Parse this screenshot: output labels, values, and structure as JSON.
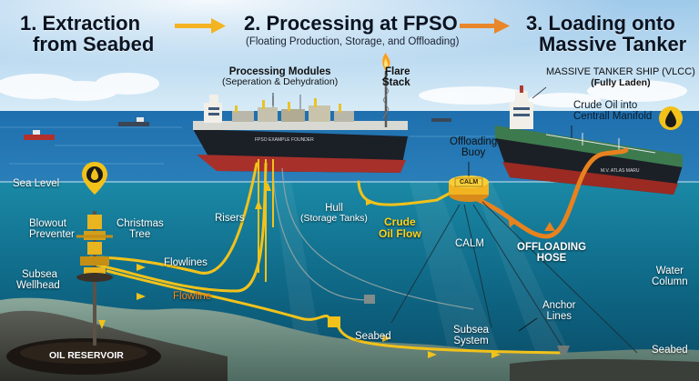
{
  "headings": {
    "step1": [
      "1. Extraction",
      "from Seabed"
    ],
    "step2": "2. Processing at FPSO",
    "step2_sub": "(Floating Production, Storage, and Offloading)",
    "step3": [
      "3. Loading onto",
      "Massive Tanker"
    ]
  },
  "labels": {
    "processing_modules": "Processing Modules",
    "processing_modules_sub": "(Seperation & Dehydration)",
    "flare_stack": [
      "Flare",
      "Stack"
    ],
    "tanker_ship": "MASSIVE TANKER SHIP (VLCC)",
    "tanker_ship_sub": "(Fully Laden)",
    "crude_manifold": [
      "Crude Oil into",
      "Centrall Manifold"
    ],
    "offloading_buoy": [
      "Offloading",
      "Buoy"
    ],
    "buoy_text": "CALM",
    "calm": "CALM",
    "sea_level": "Sea Level",
    "blowout_preventer": [
      "Blowout",
      "Preventer"
    ],
    "christmas_tree": [
      "Christmas",
      "Tree"
    ],
    "risers": "Risers",
    "hull": "Hull",
    "hull_sub": "(Storage Tanks)",
    "crude_oil_flow": [
      "Crude",
      "Oil Flow"
    ],
    "offloading_hose": [
      "OFFLOADING",
      "HOSE"
    ],
    "flowlines": "Flowlines",
    "flowline": "Flowline",
    "subsea_wellhead": [
      "Subsea",
      "Wellhead"
    ],
    "water_column": [
      "Water",
      "Column"
    ],
    "anchor_lines": [
      "Anchor",
      "Lines"
    ],
    "seabed_mid": "Seabed",
    "subsea_system": [
      "Subsea",
      "System"
    ],
    "seabed_right": "Seabed",
    "oil_reservoir": "OIL RESERVOIR",
    "fpso_hull_name": "FPSO EXAMPLE FOUNDER",
    "tanker_hull_name": "M.V. ATLAS MARU"
  },
  "colors": {
    "sky_top": "#8fc3e8",
    "sea": "#1b6aa8",
    "underwater": "#0f5f86",
    "oil_line": "#f2c21a",
    "hose": "#e8821e",
    "arrow_fill": "#f4b321"
  },
  "icons": [
    "oil-drop-icon",
    "flare-icon",
    "arrow-right-icon"
  ]
}
